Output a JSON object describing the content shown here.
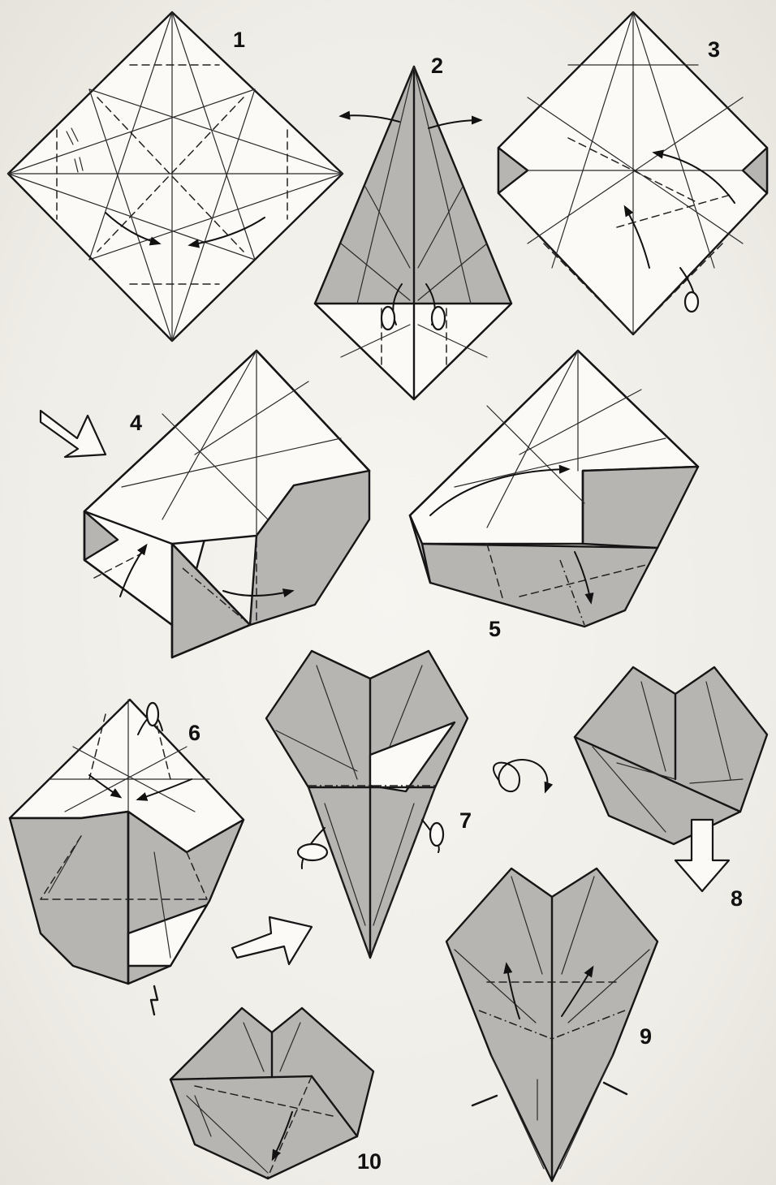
{
  "steps": [
    {
      "number": "1"
    },
    {
      "number": "2"
    },
    {
      "number": "3"
    },
    {
      "number": "4"
    },
    {
      "number": "5"
    },
    {
      "number": "6"
    },
    {
      "number": "7"
    },
    {
      "number": "8"
    },
    {
      "number": "9"
    },
    {
      "number": "10"
    }
  ],
  "colors": {
    "paper_white": "#fbfaf7",
    "paper_grey": "#b7b5b1",
    "line": "#161616",
    "background": "#f3f1ec"
  }
}
